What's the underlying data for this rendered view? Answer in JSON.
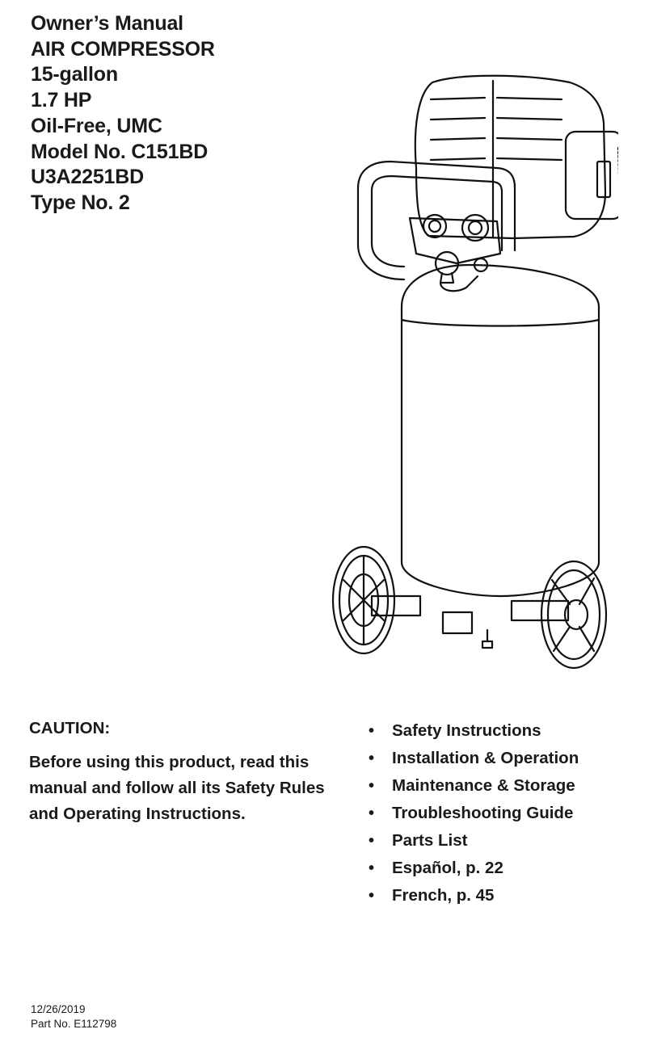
{
  "title_lines": [
    "Owner’s Manual",
    "AIR COMPRESSOR",
    "15-gallon",
    "1.7 HP",
    "Oil-Free, UMC",
    "Model No. C151BD",
    "U3A2251BD",
    "Type No. 2"
  ],
  "caution": {
    "heading": "CAUTION:",
    "text": "Before using this product, read this manual and follow all its Safety Rules and Operating Instructions."
  },
  "features": [
    "Safety Instructions",
    "Installation & Operation",
    "Maintenance & Storage",
    "Troubleshooting Guide",
    "Parts List",
    "Español,  p. 22",
    "French, p. 45"
  ],
  "footer": {
    "date": "12/26/2019",
    "part_no": "Part No. E112798"
  },
  "colors": {
    "text": "#1a1a1a",
    "line_art": "#111111",
    "background": "#ffffff"
  }
}
